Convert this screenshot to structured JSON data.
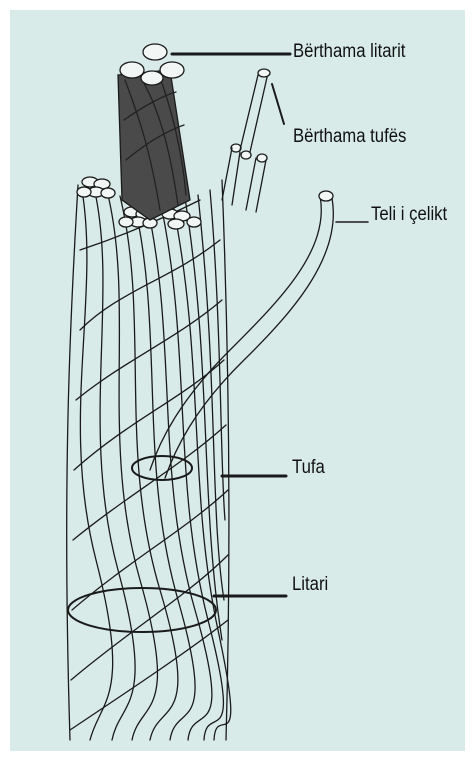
{
  "labels": {
    "rope_core": "Bërthama litarit",
    "strand_core": "Bërthama tufës",
    "steel_wire": "Teli i çelikt",
    "strand": "Tufa",
    "rope": "Litari"
  },
  "colors": {
    "background": "#d8ebe9",
    "wire_stroke": "#1a1a1a",
    "core_dark": "#4a4a4a",
    "wire_fill": "#f2f7f6"
  }
}
